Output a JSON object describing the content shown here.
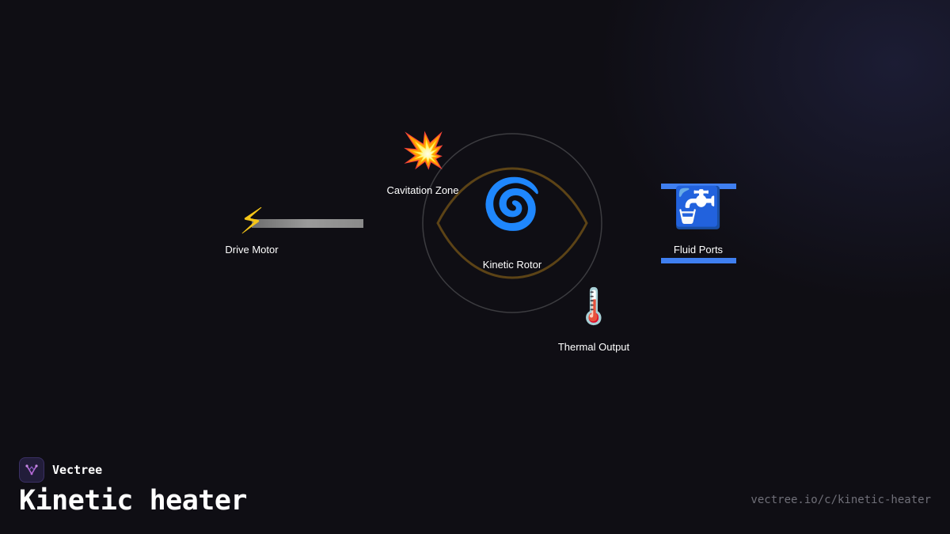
{
  "brand": {
    "name": "Vectree",
    "accent_color": "#b86ad8"
  },
  "title": "Kinetic heater",
  "url": "vectree.io/c/kinetic-heater",
  "colors": {
    "background": "#0f0e14",
    "ring": "#3c3c40",
    "eye_outline": "#5c4316",
    "shaft": "#8c8c8c",
    "port_bars": "#3f7ff0"
  },
  "nodes": {
    "drive_motor": {
      "label": "Drive Motor",
      "icon": "⚡",
      "icon_name": "lightning-icon"
    },
    "cavitation_zone": {
      "label": "Cavitation Zone",
      "icon": "💥",
      "icon_name": "explosion-icon"
    },
    "kinetic_rotor": {
      "label": "Kinetic Rotor",
      "icon": "🌀",
      "icon_name": "cyclone-icon"
    },
    "fluid_ports": {
      "label": "Fluid Ports",
      "icon": "🚰",
      "icon_name": "water-tap-icon"
    },
    "thermal_output": {
      "label": "Thermal Output",
      "icon": "🌡️",
      "icon_name": "thermometer-icon"
    }
  }
}
